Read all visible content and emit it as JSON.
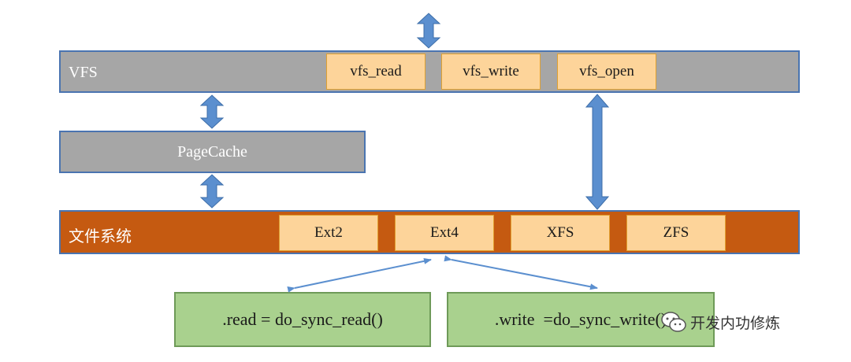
{
  "vfs": {
    "label": "VFS",
    "functions": [
      "vfs_read",
      "vfs_write",
      "vfs_open"
    ]
  },
  "pagecache": {
    "label": "PageCache"
  },
  "filesystem": {
    "label": "文件系统",
    "types": [
      "Ext2",
      "Ext4",
      "XFS",
      "ZFS"
    ]
  },
  "implementations": {
    "read": ".read = do_sync_read()",
    "write": ".write  =do_sync_write()"
  },
  "watermark": {
    "text": "开发内功修炼"
  },
  "colors": {
    "vfs": "#a6a6a6",
    "filesystem": "#c55a11",
    "function_box": "#fdd49a",
    "impl_box": "#a9d18e",
    "arrow": "#5b8fcf",
    "border": "#4a74b0"
  }
}
